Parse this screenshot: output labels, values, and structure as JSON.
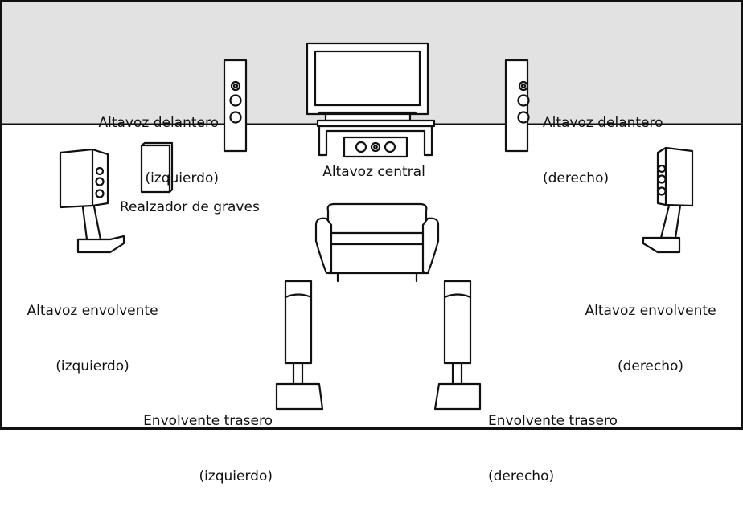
{
  "labels": {
    "front_left_1": "Altavoz delantero",
    "front_left_2": "(izquierdo)",
    "front_right_1": "Altavoz delantero",
    "front_right_2": "(derecho)",
    "center": "Altavoz central",
    "subwoofer": "Realzador de graves",
    "surround_left_1": "Altavoz envolvente",
    "surround_left_2": "(izquierdo)",
    "surround_right_1": "Altavoz envolvente",
    "surround_right_2": "(derecho)",
    "rear_left_1": "Envolvente trasero",
    "rear_left_2": "(izquierdo)",
    "rear_right_1": "Envolvente trasero",
    "rear_right_2": "(derecho)"
  },
  "colors": {
    "wall": "#e2e2e2",
    "floor": "#ffffff",
    "line": "#111111"
  }
}
